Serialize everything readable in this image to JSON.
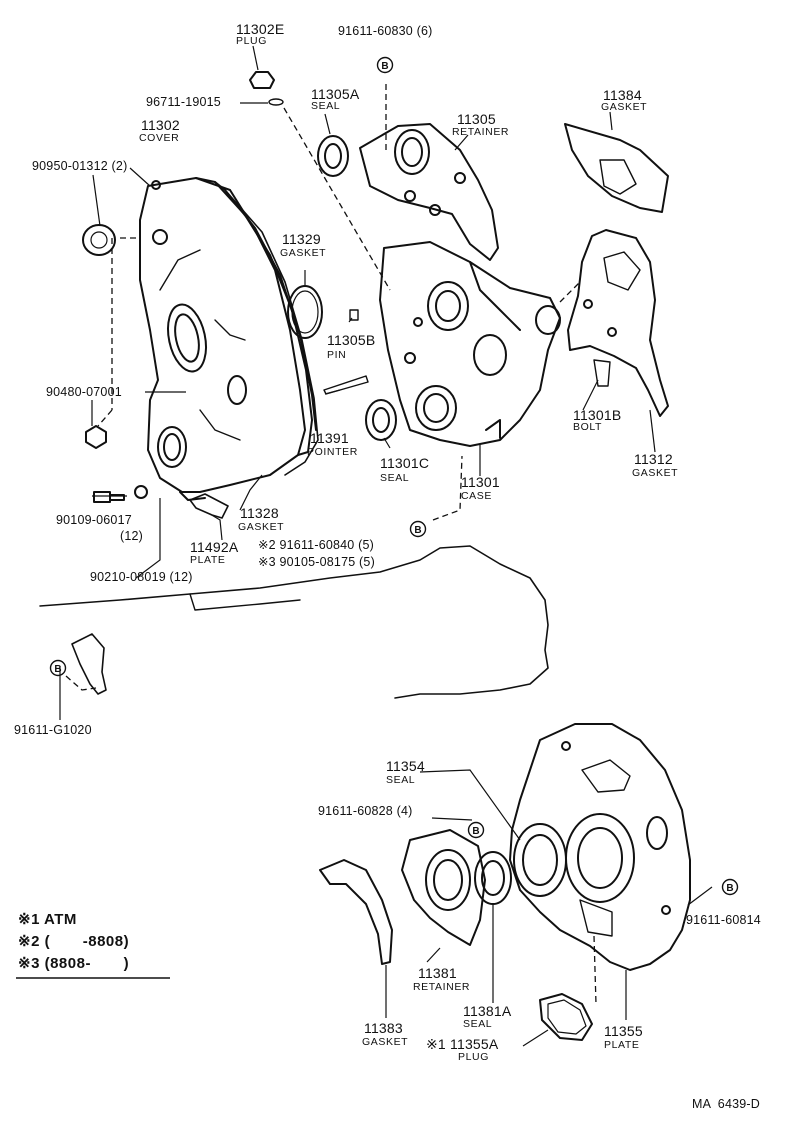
{
  "parts": {
    "p11302e": {
      "number": "11302E",
      "name": "PLUG"
    },
    "p91611_60830": {
      "number": "91611-60830 (6)"
    },
    "p96711": {
      "number": "96711-19015"
    },
    "p11305a": {
      "number": "11305A",
      "name": "SEAL"
    },
    "p11384": {
      "number": "11384",
      "name": "GASKET"
    },
    "p11302": {
      "number": "11302",
      "name": "COVER"
    },
    "p11305": {
      "number": "11305",
      "name": "RETAINER"
    },
    "p90950": {
      "number": "90950-01312 (2)"
    },
    "p11329": {
      "number": "11329",
      "name": "GASKET"
    },
    "p11305b": {
      "number": "11305B",
      "name": "PIN"
    },
    "p90480": {
      "number": "90480-07001"
    },
    "p11391": {
      "number": "11391",
      "name": "POINTER"
    },
    "p11301c": {
      "number": "11301C",
      "name": "SEAL"
    },
    "p11301b": {
      "number": "11301B",
      "name": "BOLT"
    },
    "p11312": {
      "number": "11312",
      "name": "GASKET"
    },
    "p11301": {
      "number": "11301",
      "name": "CASE"
    },
    "p90109": {
      "number": "90109-06017",
      "qty": "(12)"
    },
    "p11328": {
      "number": "11328",
      "name": "GASKET"
    },
    "p11492a": {
      "number": "11492A",
      "name": "PLATE"
    },
    "p91611_60840": {
      "number": "※2 91611-60840 (5)"
    },
    "p90105": {
      "number": "※3 90105-08175 (5)"
    },
    "p90210": {
      "number": "90210-08019 (12)"
    },
    "p91611_g1020": {
      "number": "91611-G1020"
    },
    "p11354": {
      "number": "11354",
      "name": "SEAL"
    },
    "p91611_60828": {
      "number": "91611-60828 (4)"
    },
    "p91611_60814": {
      "number": "91611-60814"
    },
    "p11381": {
      "number": "11381",
      "name": "RETAINER"
    },
    "p11381a": {
      "number": "11381A",
      "name": "SEAL"
    },
    "p11383": {
      "number": "11383",
      "name": "GASKET"
    },
    "p11355a": {
      "number": "※1 11355A",
      "name": "PLUG"
    },
    "p11355": {
      "number": "11355",
      "name": "PLATE"
    }
  },
  "callout_letter": "B",
  "notes": [
    "※1 ATM",
    "※2 (       -8808)",
    "※3 (8808-       )"
  ],
  "drawing_code": "MA  6439-D"
}
